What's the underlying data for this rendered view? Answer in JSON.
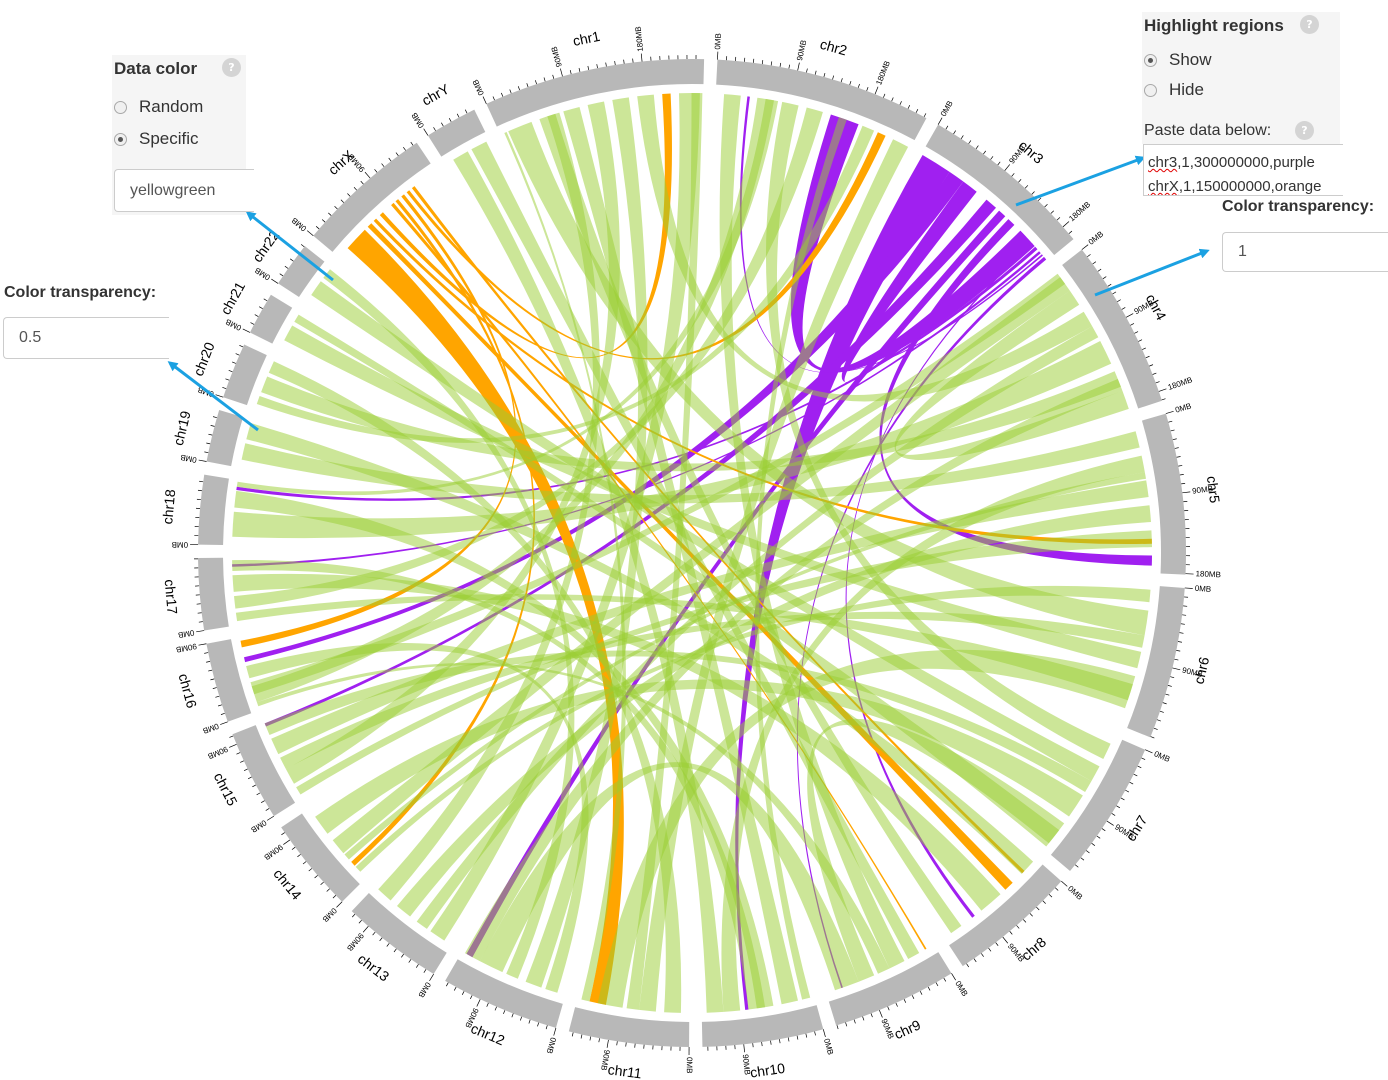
{
  "colors": {
    "link_default": "#9acd32",
    "highlight_purple": "#a020f0",
    "highlight_orange": "#ffa500",
    "ideogram": "#b8b8b8",
    "arrow": "#1ba1e2"
  },
  "data_color_panel": {
    "title": "Data color",
    "help_icon": "question-icon",
    "help_text": "?",
    "options": [
      {
        "label": "Random",
        "selected": false
      },
      {
        "label": "Specific",
        "selected": true
      }
    ],
    "value": "yellowgreen"
  },
  "left_transparency": {
    "label": "Color transparency:",
    "value": "0.5"
  },
  "highlight_panel": {
    "title": "Highlight regions",
    "help_icon": "question-icon",
    "help_text": "?",
    "options": [
      {
        "label": "Show",
        "selected": true
      },
      {
        "label": "Hide",
        "selected": false
      }
    ],
    "paste_label": "Paste data below:",
    "paste_lines": [
      {
        "chr": "chr3",
        "rest": ",1,300000000,purple"
      },
      {
        "chr": "chrX",
        "rest": ",1,150000000,orange"
      }
    ]
  },
  "right_transparency": {
    "label": "Color transparency:",
    "value": "1"
  },
  "chromosomes": [
    {
      "name": "chr1",
      "size": 249,
      "ticks": [
        "0MB",
        "90MB",
        "180MB"
      ]
    },
    {
      "name": "chr2",
      "size": 243,
      "ticks": [
        "0MB",
        "90MB",
        "180MB"
      ]
    },
    {
      "name": "chr3",
      "size": 198,
      "ticks": [
        "0MB",
        "90MB",
        "180MB"
      ]
    },
    {
      "name": "chr4",
      "size": 191,
      "ticks": [
        "0MB",
        "90MB",
        "180MB"
      ]
    },
    {
      "name": "chr5",
      "size": 181,
      "ticks": [
        "0MB",
        "90MB",
        "180MB"
      ]
    },
    {
      "name": "chr6",
      "size": 171,
      "ticks": [
        "0MB",
        "90MB"
      ]
    },
    {
      "name": "chr7",
      "size": 159,
      "ticks": [
        "0MB",
        "90MB"
      ]
    },
    {
      "name": "chr8",
      "size": 145,
      "ticks": [
        "0MB",
        "90MB"
      ]
    },
    {
      "name": "chr9",
      "size": 141,
      "ticks": [
        "0MB",
        "90MB"
      ]
    },
    {
      "name": "chr10",
      "size": 136,
      "ticks": [
        "0MB",
        "90MB"
      ]
    },
    {
      "name": "chr11",
      "size": 135,
      "ticks": [
        "0MB",
        "90MB"
      ]
    },
    {
      "name": "chr12",
      "size": 134,
      "ticks": [
        "0MB",
        "90MB"
      ]
    },
    {
      "name": "chr13",
      "size": 115,
      "ticks": [
        "0MB",
        "90MB"
      ]
    },
    {
      "name": "chr14",
      "size": 107,
      "ticks": [
        "0MB",
        "90MB"
      ]
    },
    {
      "name": "chr15",
      "size": 102,
      "ticks": [
        "0MB",
        "90MB"
      ]
    },
    {
      "name": "chr16",
      "size": 90,
      "ticks": [
        "0MB",
        "90MB"
      ]
    },
    {
      "name": "chr17",
      "size": 81,
      "ticks": [
        "0MB"
      ]
    },
    {
      "name": "chr18",
      "size": 78,
      "ticks": [
        "0MB"
      ]
    },
    {
      "name": "chr19",
      "size": 59,
      "ticks": [
        "0MB"
      ]
    },
    {
      "name": "chr20",
      "size": 63,
      "ticks": [
        "0MB"
      ]
    },
    {
      "name": "chr21",
      "size": 48,
      "ticks": [
        "0MB"
      ]
    },
    {
      "name": "chr22",
      "size": 51,
      "ticks": [
        "0MB"
      ]
    },
    {
      "name": "chrX",
      "size": 155,
      "ticks": [
        "0MB",
        "90MB"
      ]
    },
    {
      "name": "chrY",
      "size": 59,
      "ticks": [
        "0MB"
      ]
    }
  ],
  "links": [
    {
      "a": [
        "chr3",
        2,
        40
      ],
      "b": [
        "chr10",
        80,
        84
      ],
      "color": "purple"
    },
    {
      "a": [
        "chr3",
        40,
        60
      ],
      "b": [
        "chr16",
        60,
        66
      ],
      "color": "purple"
    },
    {
      "a": [
        "chr3",
        60,
        80
      ],
      "b": [
        "chr3",
        150,
        160
      ],
      "color": "purple"
    },
    {
      "a": [
        "chr3",
        95,
        110
      ],
      "b": [
        "chr15",
        96,
        100
      ],
      "color": "purple"
    },
    {
      "a": [
        "chr3",
        115,
        125
      ],
      "b": [
        "chr12",
        120,
        128
      ],
      "color": "purple"
    },
    {
      "a": [
        "chr3",
        130,
        140
      ],
      "b": [
        "chr5",
        160,
        172
      ],
      "color": "purple"
    },
    {
      "a": [
        "chr3",
        150,
        175
      ],
      "b": [
        "chr2",
        140,
        175
      ],
      "color": "purple"
    },
    {
      "a": [
        "chr3",
        170,
        172
      ],
      "b": [
        "chr8",
        100,
        104
      ],
      "color": "purple"
    },
    {
      "a": [
        "chr3",
        176,
        180
      ],
      "b": [
        "chr18",
        66,
        70
      ],
      "color": "purple"
    },
    {
      "a": [
        "chr3",
        183,
        186
      ],
      "b": [
        "chr17",
        70,
        73
      ],
      "color": "purple"
    },
    {
      "a": [
        "chr3",
        188,
        190
      ],
      "b": [
        "chr2",
        38,
        41
      ],
      "color": "purple"
    },
    {
      "a": [
        "chr3",
        192,
        196
      ],
      "b": [
        "chr9",
        120,
        122
      ],
      "color": "purple"
    },
    {
      "a": [
        "chrX",
        15,
        45
      ],
      "b": [
        "chr11",
        100,
        120
      ],
      "color": "orange"
    },
    {
      "a": [
        "chrX",
        50,
        56
      ],
      "b": [
        "chr8",
        40,
        52
      ],
      "color": "orange"
    },
    {
      "a": [
        "chrX",
        60,
        64
      ],
      "b": [
        "chr5",
        140,
        146
      ],
      "color": "orange"
    },
    {
      "a": [
        "chrX",
        70,
        75
      ],
      "b": [
        "chr1",
        200,
        210
      ],
      "color": "orange"
    },
    {
      "a": [
        "chrX",
        88,
        92
      ],
      "b": [
        "chr9",
        10,
        12
      ],
      "color": "orange"
    },
    {
      "a": [
        "chrX",
        95,
        99
      ],
      "b": [
        "chr14",
        20,
        26
      ],
      "color": "orange"
    },
    {
      "a": [
        "chrX",
        104,
        108
      ],
      "b": [
        "chr16",
        78,
        86
      ],
      "color": "orange"
    },
    {
      "a": [
        "chrX",
        112,
        116
      ],
      "b": [
        "chr2",
        200,
        210
      ],
      "color": "orange"
    },
    {
      "a": [
        "chrX",
        120,
        124
      ],
      "b": [
        "chr8",
        20,
        24
      ],
      "color": "orange"
    },
    {
      "a": [
        "chr1",
        10,
        40
      ],
      "b": [
        "chr6",
        30,
        60
      ],
      "color": "default"
    },
    {
      "a": [
        "chr1",
        50,
        70
      ],
      "b": [
        "chr8",
        120,
        135
      ],
      "color": "default"
    },
    {
      "a": [
        "chr1",
        80,
        100
      ],
      "b": [
        "chr10",
        20,
        40
      ],
      "color": "default"
    },
    {
      "a": [
        "chr1",
        110,
        130
      ],
      "b": [
        "chr15",
        20,
        40
      ],
      "color": "default"
    },
    {
      "a": [
        "chr1",
        140,
        160
      ],
      "b": [
        "chr12",
        30,
        50
      ],
      "color": "default"
    },
    {
      "a": [
        "chr1",
        170,
        190
      ],
      "b": [
        "chr4",
        60,
        80
      ],
      "color": "default"
    },
    {
      "a": [
        "chr1",
        220,
        245
      ],
      "b": [
        "chr13",
        10,
        30
      ],
      "color": "default"
    },
    {
      "a": [
        "chr2",
        10,
        30
      ],
      "b": [
        "chr9",
        40,
        60
      ],
      "color": "default"
    },
    {
      "a": [
        "chr2",
        50,
        70
      ],
      "b": [
        "chr16",
        10,
        30
      ],
      "color": "default"
    },
    {
      "a": [
        "chr2",
        80,
        100
      ],
      "b": [
        "chr7",
        10,
        30
      ],
      "color": "default"
    },
    {
      "a": [
        "chr2",
        110,
        130
      ],
      "b": [
        "chr17",
        20,
        35
      ],
      "color": "default"
    },
    {
      "a": [
        "chr2",
        220,
        240
      ],
      "b": [
        "chr11",
        40,
        60
      ],
      "color": "default"
    },
    {
      "a": [
        "chr4",
        10,
        30
      ],
      "b": [
        "chr14",
        40,
        60
      ],
      "color": "default"
    },
    {
      "a": [
        "chr4",
        100,
        130
      ],
      "b": [
        "chr18",
        10,
        40
      ],
      "color": "default"
    },
    {
      "a": [
        "chr4",
        140,
        160
      ],
      "b": [
        "chr20",
        20,
        40
      ],
      "color": "default"
    },
    {
      "a": [
        "chr4",
        165,
        188
      ],
      "b": [
        "chr4",
        30,
        50
      ],
      "color": "default"
    },
    {
      "a": [
        "chr5",
        10,
        30
      ],
      "b": [
        "chr19",
        10,
        30
      ],
      "color": "default"
    },
    {
      "a": [
        "chr5",
        40,
        60
      ],
      "b": [
        "chr10",
        90,
        110
      ],
      "color": "default"
    },
    {
      "a": [
        "chr5",
        70,
        90
      ],
      "b": [
        "chr15",
        60,
        80
      ],
      "color": "default"
    },
    {
      "a": [
        "chr5",
        100,
        120
      ],
      "b": [
        "chr13",
        60,
        80
      ],
      "color": "default"
    },
    {
      "a": [
        "chr6",
        80,
        100
      ],
      "b": [
        "chr21",
        10,
        30
      ],
      "color": "default"
    },
    {
      "a": [
        "chr6",
        110,
        150
      ],
      "b": [
        "chr11",
        80,
        110
      ],
      "color": "default"
    },
    {
      "a": [
        "chr7",
        40,
        60
      ],
      "b": [
        "chr22",
        10,
        30
      ],
      "color": "default"
    },
    {
      "a": [
        "chr7",
        80,
        110
      ],
      "b": [
        "chr14",
        70,
        95
      ],
      "color": "default"
    },
    {
      "a": [
        "chr7",
        120,
        150
      ],
      "b": [
        "chr9",
        80,
        100
      ],
      "color": "default"
    },
    {
      "a": [
        "chr8",
        60,
        90
      ],
      "b": [
        "chr17",
        40,
        60
      ],
      "color": "default"
    },
    {
      "a": [
        "chr9",
        100,
        130
      ],
      "b": [
        "chr12",
        80,
        110
      ],
      "color": "default"
    },
    {
      "a": [
        "chr10",
        50,
        70
      ],
      "b": [
        "chr18",
        45,
        65
      ],
      "color": "default"
    },
    {
      "a": [
        "chr10",
        110,
        130
      ],
      "b": [
        "chrY",
        10,
        30
      ],
      "color": "default"
    },
    {
      "a": [
        "chr11",
        10,
        30
      ],
      "b": [
        "chr20",
        45,
        60
      ],
      "color": "default"
    },
    {
      "a": [
        "chr12",
        10,
        25
      ],
      "b": [
        "chr16",
        40,
        55
      ],
      "color": "default"
    },
    {
      "a": [
        "chr13",
        90,
        110
      ],
      "b": [
        "chr1",
        60,
        75
      ],
      "color": "default"
    },
    {
      "a": [
        "chr14",
        10,
        18
      ],
      "b": [
        "chr6",
        5,
        20
      ],
      "color": "default"
    },
    {
      "a": [
        "chr15",
        5,
        15
      ],
      "b": [
        "chr5",
        130,
        150
      ],
      "color": "default"
    },
    {
      "a": [
        "chr16",
        20,
        35
      ],
      "b": [
        "chr4",
        5,
        20
      ],
      "color": "default"
    },
    {
      "a": [
        "chr17",
        5,
        15
      ],
      "b": [
        "chr6",
        120,
        140
      ],
      "color": "default"
    },
    {
      "a": [
        "chr19",
        35,
        55
      ],
      "b": [
        "chr8",
        5,
        25
      ],
      "color": "default"
    },
    {
      "a": [
        "chr20",
        5,
        15
      ],
      "b": [
        "chr2",
        180,
        195
      ],
      "color": "default"
    },
    {
      "a": [
        "chr21",
        35,
        45
      ],
      "b": [
        "chr7",
        130,
        155
      ],
      "color": "default"
    },
    {
      "a": [
        "chr22",
        35,
        48
      ],
      "b": [
        "chr12",
        60,
        75
      ],
      "color": "default"
    },
    {
      "a": [
        "chrY",
        35,
        55
      ],
      "b": [
        "chr9",
        20,
        35
      ],
      "color": "default"
    },
    {
      "a": [
        "chr1",
        5,
        8
      ],
      "b": [
        "chr11",
        120,
        130
      ],
      "color": "default"
    },
    {
      "a": [
        "chr2",
        150,
        160
      ],
      "b": [
        "chr10",
        5,
        15
      ],
      "color": "default"
    },
    {
      "a": [
        "chr4",
        80,
        95
      ],
      "b": [
        "chr13",
        35,
        50
      ],
      "color": "default"
    },
    {
      "a": [
        "chr6",
        60,
        75
      ],
      "b": [
        "chr15",
        40,
        55
      ],
      "color": "default"
    },
    {
      "a": [
        "chr14",
        30,
        38
      ],
      "b": [
        "chr5",
        60,
        68
      ],
      "color": "default"
    },
    {
      "a": [
        "chr15",
        85,
        100
      ],
      "b": [
        "chr7",
        60,
        75
      ],
      "color": "default"
    },
    {
      "a": [
        "chr16",
        5,
        10
      ],
      "b": [
        "chr9",
        60,
        75
      ],
      "color": "default"
    },
    {
      "a": [
        "chr18",
        70,
        76
      ],
      "b": [
        "chr2",
        60,
        75
      ],
      "color": "default"
    },
    {
      "a": [
        "chr17",
        65,
        78
      ],
      "b": [
        "chr10",
        60,
        80
      ],
      "color": "default"
    },
    {
      "a": [
        "chr11",
        60,
        75
      ],
      "b": [
        "chr1",
        235,
        248
      ],
      "color": "default"
    },
    {
      "a": [
        "chr12",
        110,
        130
      ],
      "b": [
        "chr4",
        150,
        165
      ],
      "color": "default"
    }
  ]
}
